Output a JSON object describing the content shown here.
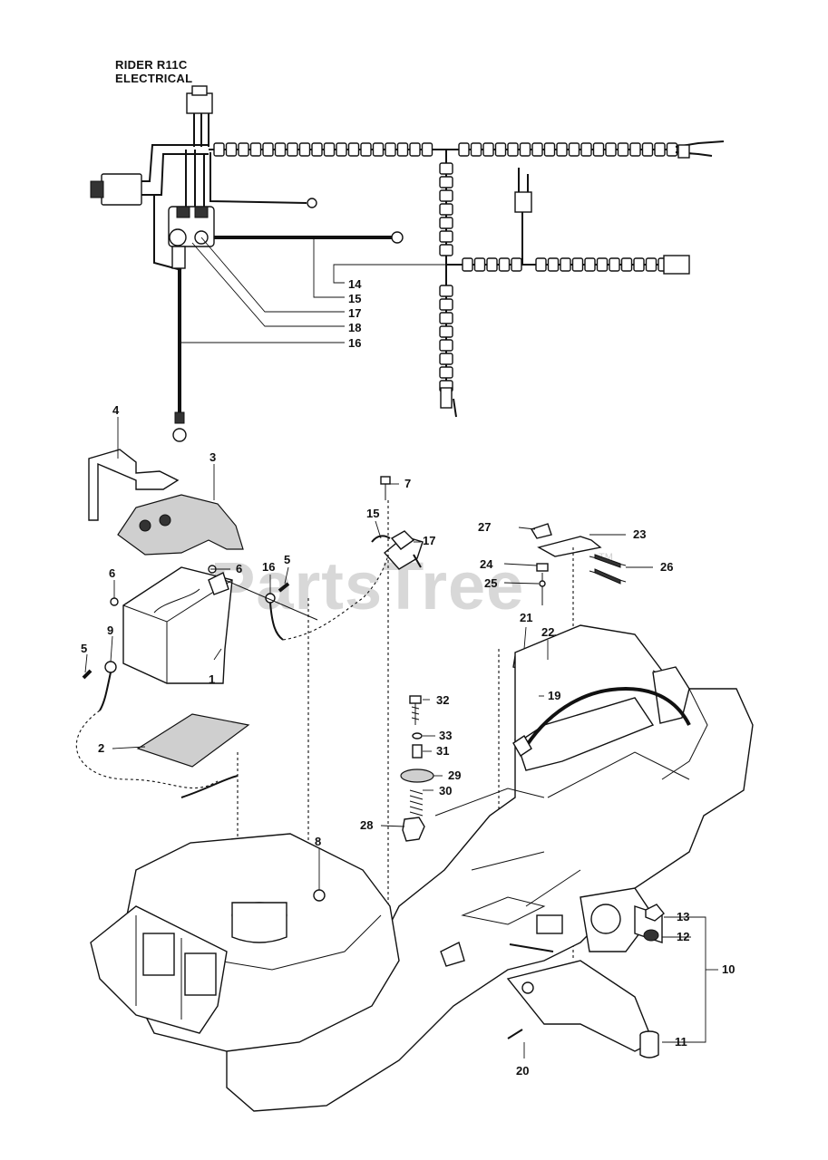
{
  "title": {
    "line1": "RIDER R11C",
    "line2": "ELECTRICAL"
  },
  "watermark": "PartsTree",
  "trademark": "TM",
  "callouts": {
    "c1": "1",
    "c2": "2",
    "c3": "3",
    "c4": "4",
    "c5a": "5",
    "c5b": "5",
    "c6a": "6",
    "c6b": "6",
    "c7": "7",
    "c8": "8",
    "c9": "9",
    "c10": "10",
    "c11": "11",
    "c12": "12",
    "c13": "13",
    "c14": "14",
    "c15a": "15",
    "c15b": "15",
    "c16a": "16",
    "c16b": "16",
    "c17a": "17",
    "c17b": "17",
    "c18": "18",
    "c19": "19",
    "c20": "20",
    "c21": "21",
    "c22": "22",
    "c23": "23",
    "c24": "24",
    "c25": "25",
    "c26": "26",
    "c27": "27",
    "c28": "28",
    "c29": "29",
    "c30": "30",
    "c31": "31",
    "c32": "32",
    "c33": "33"
  }
}
